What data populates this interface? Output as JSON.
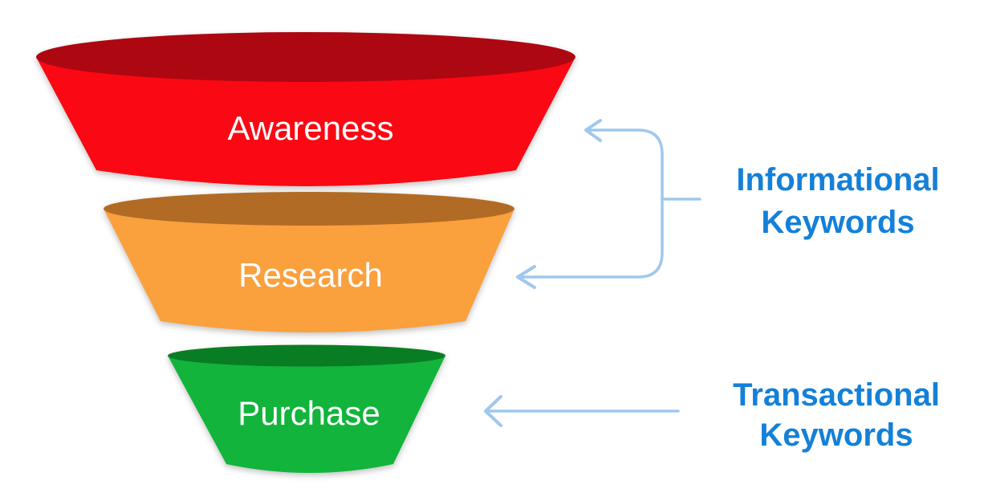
{
  "diagram": {
    "type": "marketing-funnel",
    "background": "#ffffff",
    "stages": [
      {
        "label": "Awareness",
        "body_color": "#fa0813",
        "rim_color": "#ad0712",
        "label_color": "#ffffff"
      },
      {
        "label": "Research",
        "body_color": "#faa03d",
        "rim_color": "#b26b24",
        "label_color": "#ffffff"
      },
      {
        "label": "Purchase",
        "body_color": "#12b43c",
        "rim_color": "#097d23",
        "label_color": "#ffffff"
      }
    ],
    "annotations": [
      {
        "line1": "Informational",
        "line2": "Keywords",
        "text_color": "#1480d8",
        "points_to": "Awareness, Research"
      },
      {
        "line1": "Transactional",
        "line2": "Keywords",
        "text_color": "#1480d8",
        "points_to": "Purchase"
      }
    ],
    "connector_color": "#9fc8ef"
  }
}
